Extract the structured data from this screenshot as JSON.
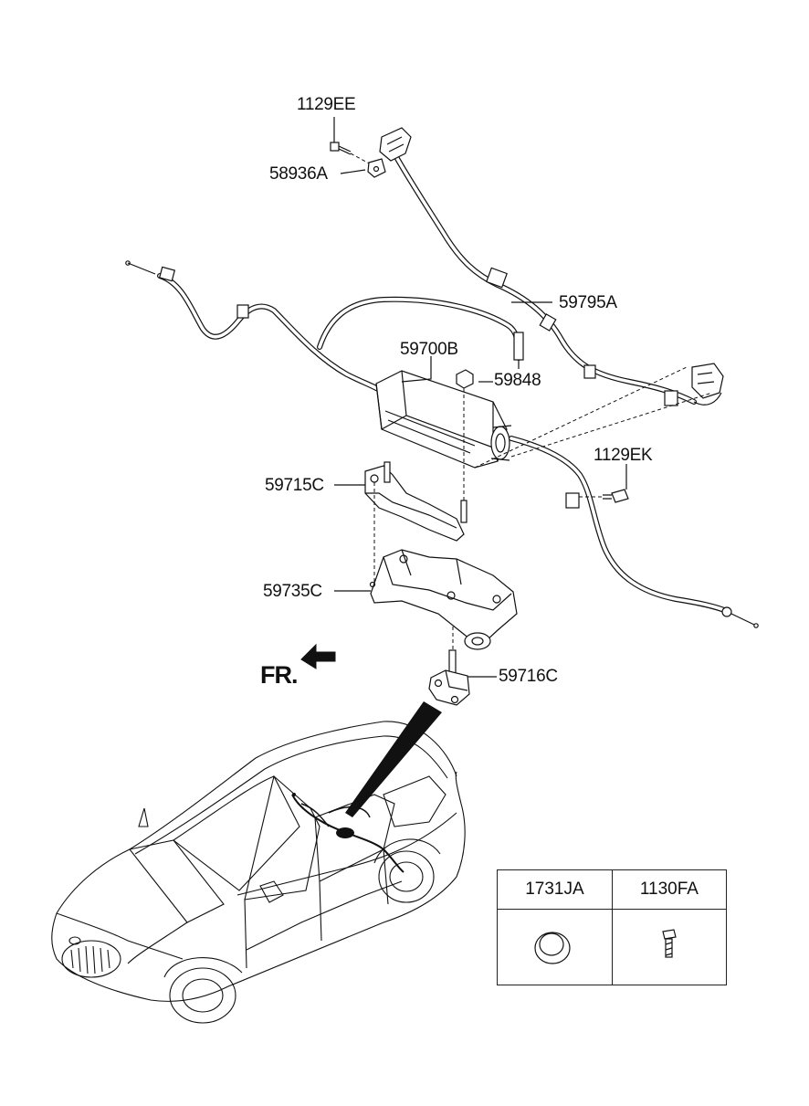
{
  "labels": {
    "p1129EE": "1129EE",
    "p58936A": "58936A",
    "p59795A": "59795A",
    "p59700B": "59700B",
    "p59848": "59848",
    "p1129EK": "1129EK",
    "p59715C": "59715C",
    "p59735C": "59735C",
    "p59716C": "59716C"
  },
  "direction_label": "FR.",
  "legend": {
    "col1": "1731JA",
    "col2": "1130FA"
  }
}
